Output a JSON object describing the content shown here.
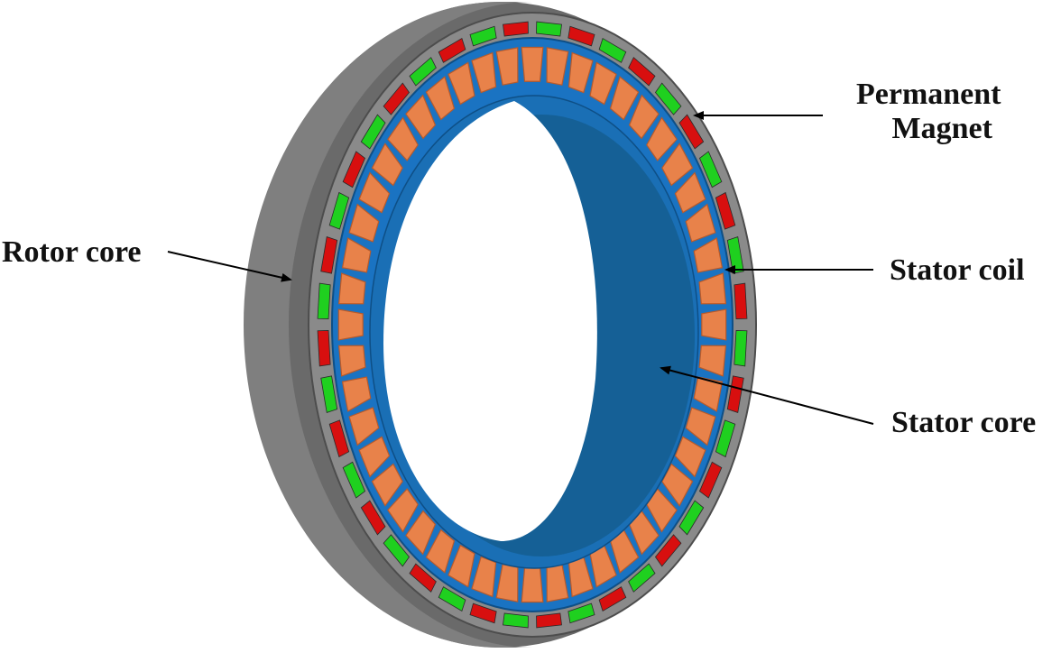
{
  "labels": {
    "permanent_magnet": [
      "Permanent",
      "Magnet"
    ],
    "rotor_core": "Rotor core",
    "stator_coil": "Stator coil",
    "stator_core": "Stator core"
  },
  "colors": {
    "rotor_core": "#7f7f7f",
    "rotor_core_dark": "#5f5f5f",
    "magnet_north": "#1fd01f",
    "magnet_south": "#d80f0f",
    "stator_core": "#1a73c2",
    "stator_core_inner": "#16679f",
    "coil": "#e8824a",
    "coil_dark": "#b85a2a",
    "arrow": "#000000"
  },
  "magnet_pole_count": 40,
  "stator_coil_count": 48
}
